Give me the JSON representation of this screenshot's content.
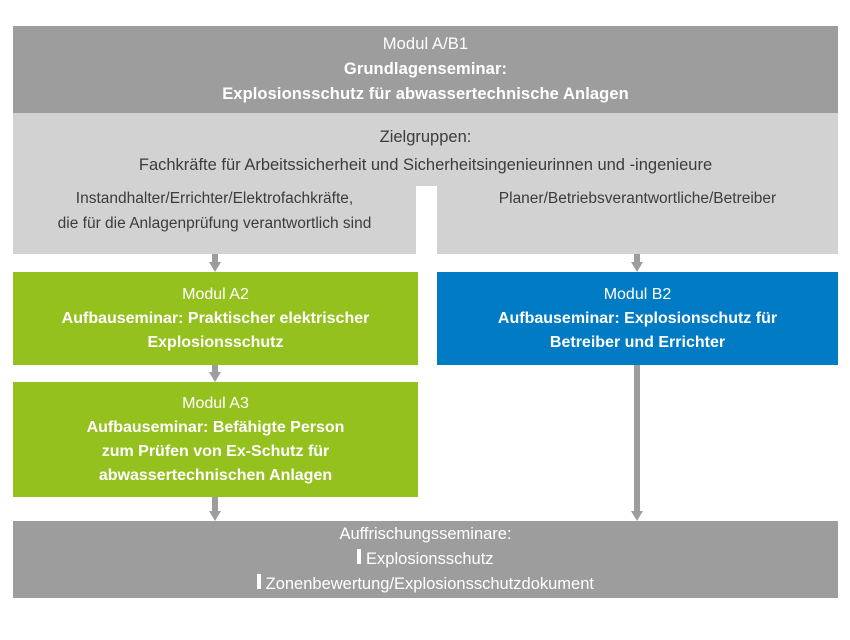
{
  "header": {
    "lines": [
      {
        "text": "Modul A/B1",
        "bold": false
      },
      {
        "text": "Grundlagenseminar:",
        "bold": true
      },
      {
        "text": "Explosionsschutz für abwassertechnische Anlagen",
        "bold": true
      }
    ]
  },
  "target_groups": {
    "heading": "Zielgruppen:",
    "subheading": "Fachkräfte für Arbeitssicherheit und Sicherheitsingenieurinnen und -ingenieure",
    "left_column": [
      "Instandhalter/Errichter/Elektrofachkräfte,",
      "die für die Anlagenprüfung verantwortlich sind"
    ],
    "right_column": [
      "Planer/Betriebsverantwortliche/Betreiber"
    ]
  },
  "modules": {
    "a2": {
      "lines": [
        {
          "text": "Modul A2",
          "bold": false
        },
        {
          "text": "Aufbauseminar: Praktischer elektrischer",
          "bold": true
        },
        {
          "text": "Explosionsschutz",
          "bold": true
        }
      ]
    },
    "a3": {
      "lines": [
        {
          "text": "Modul A3",
          "bold": false
        },
        {
          "text": "Aufbauseminar: Befähigte Person",
          "bold": true
        },
        {
          "text": "zum Prüfen von Ex-Schutz für",
          "bold": true
        },
        {
          "text": "abwassertechnischen Anlagen",
          "bold": true
        }
      ]
    },
    "b2": {
      "lines": [
        {
          "text": "Modul B2",
          "bold": false
        },
        {
          "text": "Aufbauseminar: Explosionschutz für",
          "bold": true
        },
        {
          "text": "Betreiber und Errichter",
          "bold": true
        }
      ]
    }
  },
  "refresher": {
    "heading": "Auffrischungsseminare:",
    "items": [
      "Explosionsschutz",
      "Zonenbewertung/Explosionsschutzdokument"
    ]
  },
  "colors": {
    "grey_dark": "#9d9d9d",
    "grey_light": "#d2d2d2",
    "green": "#95c11f",
    "blue": "#007bc4",
    "text_on_fill": "#ffffff",
    "text_dark": "#3c3c3c",
    "arrow": "#9d9d9d",
    "background": "#ffffff"
  }
}
